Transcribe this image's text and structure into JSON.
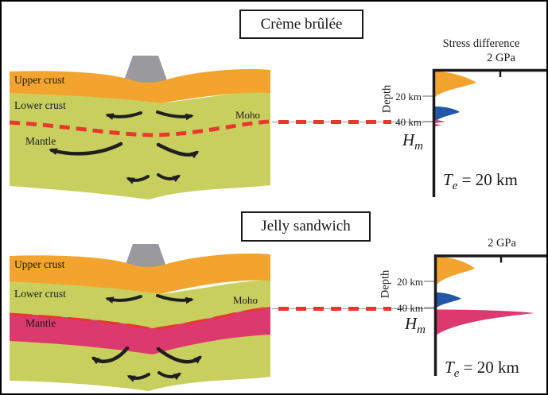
{
  "colors": {
    "upper_crust_orange": "#F2A42E",
    "crust_green": "#C9CF5F",
    "strong_mantle_pink": "#DC3A6E",
    "moho_red": "#E8382D",
    "volcano_gray": "#9A999E",
    "envelope_blue": "#2358A7",
    "axis_black": "#1A1A1A"
  },
  "top_panel": {
    "title": "Crème brûlée",
    "cross_section": {
      "upper_crust_label": "Upper crust",
      "lower_crust_label": "Lower crust",
      "mantle_label": "Mantle",
      "moho_label": "Moho"
    },
    "plot": {
      "title": "Stress difference",
      "x_max_label": "2 GPa",
      "depth_axis_label": "Depth",
      "tick_20": "20 km",
      "tick_40": "40 km",
      "hm_base": "H",
      "hm_sub": "m",
      "te_base": "T",
      "te_sub": "e",
      "te_rest": " = 20 km"
    }
  },
  "bottom_panel": {
    "title": "Jelly sandwich",
    "cross_section": {
      "upper_crust_label": "Upper crust",
      "lower_crust_label": "Lower crust",
      "mantle_label": "Mantle",
      "moho_label": "Moho"
    },
    "plot": {
      "x_max_label": "2 GPa",
      "depth_axis_label": "Depth",
      "tick_20": "20 km",
      "tick_40": "40 km",
      "hm_base": "H",
      "hm_sub": "m",
      "te_base": "T",
      "te_sub": "e",
      "te_rest": " = 20 km"
    }
  },
  "chart_data": [
    {
      "type": "area",
      "title": "Crème brûlée strength envelope",
      "xlabel": "Stress difference",
      "x_reference_tick_gpa": 2,
      "ylabel": "Depth",
      "depth_ticks_km": [
        20,
        40
      ],
      "series": [
        {
          "name": "Upper crust",
          "color": "#F2A42E",
          "depth_range_km": [
            0,
            20
          ],
          "peak_gpa": 1.3
        },
        {
          "name": "Lower crust",
          "color": "#2358A7",
          "depth_range_km": [
            27,
            40
          ],
          "peak_gpa": 0.8
        },
        {
          "name": "Mantle",
          "color": "#DC3A6E",
          "depth_range_km": [
            40,
            42
          ],
          "peak_gpa": 0.3
        }
      ],
      "annotations": [
        "H_m",
        "T_e = 20 km"
      ]
    },
    {
      "type": "area",
      "title": "Jelly sandwich strength envelope",
      "xlabel": "",
      "x_reference_tick_gpa": 2,
      "ylabel": "Depth",
      "depth_ticks_km": [
        20,
        40
      ],
      "series": [
        {
          "name": "Upper crust",
          "color": "#F2A42E",
          "depth_range_km": [
            0,
            22
          ],
          "peak_gpa": 1.2
        },
        {
          "name": "Lower crust",
          "color": "#2358A7",
          "depth_range_km": [
            28,
            40
          ],
          "peak_gpa": 0.8
        },
        {
          "name": "Mantle",
          "color": "#DC3A6E",
          "depth_range_km": [
            40,
            60
          ],
          "peak_gpa": 3.0
        }
      ],
      "annotations": [
        "H_m",
        "T_e = 20 km"
      ]
    }
  ]
}
